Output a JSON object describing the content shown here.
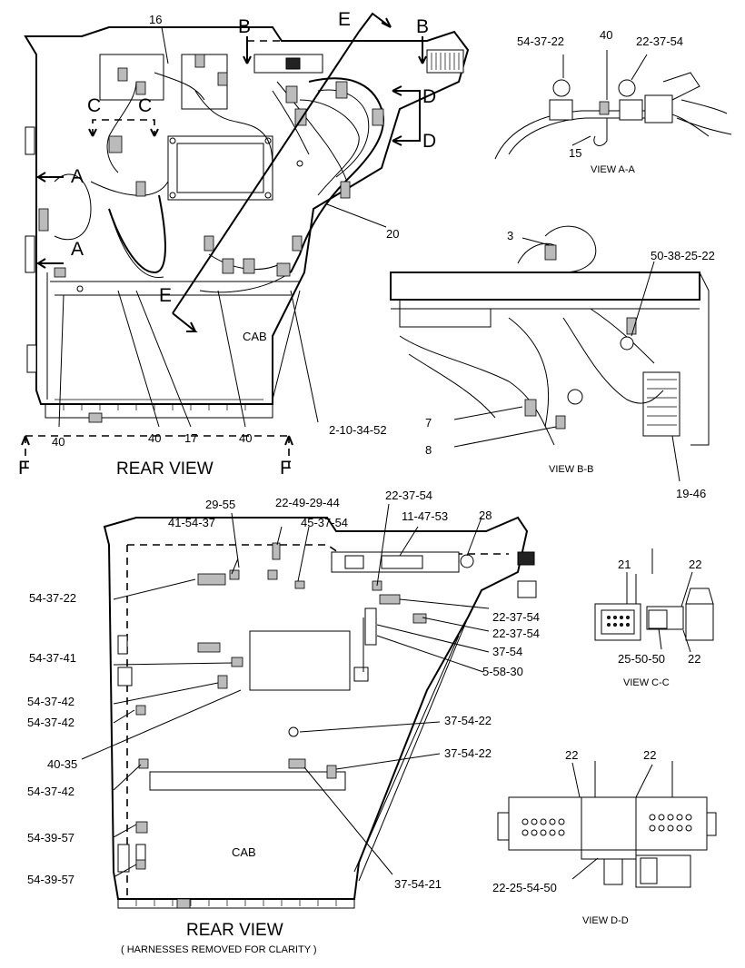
{
  "top_view": {
    "title": "REAR VIEW",
    "section_letters": {
      "a": "A",
      "b": "B",
      "c": "C",
      "d": "D",
      "e": "E",
      "f": "F"
    },
    "cab_label": "CAB",
    "callouts": [
      "16",
      "20",
      "2-10-34-52",
      "40",
      "17"
    ]
  },
  "view_aa": {
    "title": "VIEW A-A",
    "callouts": [
      "54-37-22",
      "40",
      "22-37-54",
      "15"
    ]
  },
  "view_bb": {
    "title": "VIEW B-B",
    "callouts": [
      "3",
      "50-38-25-22",
      "7",
      "8",
      "19-46"
    ]
  },
  "bottom_view": {
    "title": "REAR VIEW",
    "subtitle": "( HARNESSES REMOVED FOR CLARITY )",
    "cab_label": "CAB",
    "callouts": [
      "29-55",
      "22-49-29-44",
      "22-37-54",
      "41-54-37",
      "45-37-54",
      "11-47-53",
      "28",
      "54-37-22",
      "22-37-54",
      "22-37-54",
      "37-54",
      "5-58-30",
      "54-37-41",
      "54-37-42",
      "54-37-42",
      "37-54-22",
      "40-35",
      "37-54-22",
      "54-37-42",
      "54-39-57",
      "54-39-57",
      "37-54-21"
    ]
  },
  "view_cc": {
    "title": "VIEW C-C",
    "callouts": [
      "21",
      "22",
      "25-50-50",
      "22"
    ]
  },
  "view_dd": {
    "title": "VIEW D-D",
    "callouts": [
      "22",
      "22",
      "22-25-54-50"
    ]
  }
}
